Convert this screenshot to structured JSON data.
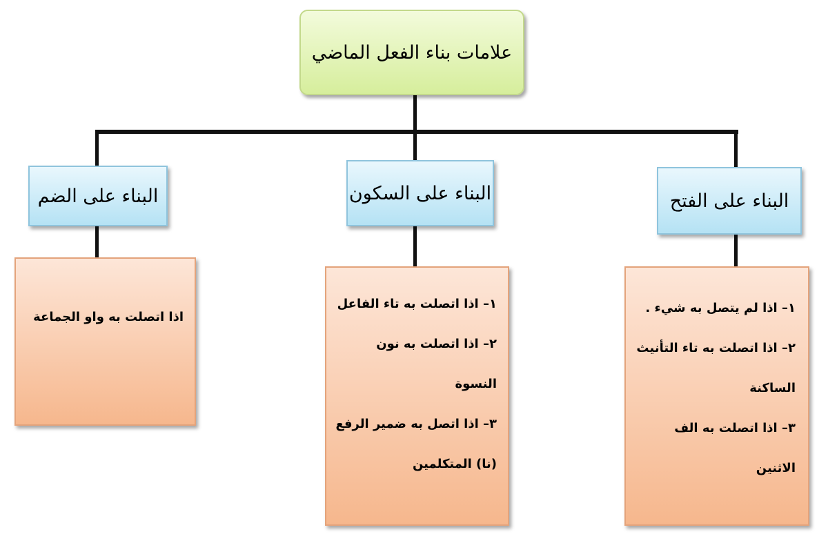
{
  "root": {
    "title": "علامات بناء الفعل الماضي"
  },
  "categories": [
    {
      "label": "البناء على الفتح",
      "items": [
        "١– اذا لم يتصل به شيء .",
        "٢– اذا اتصلت به تاء التأنيث الساكنة",
        "٣– اذا اتصلت به الف الاثنين"
      ]
    },
    {
      "label": "البناء على السكون",
      "items": [
        "١– اذا اتصلت به تاء الفاعل",
        "٢– اذا اتصلت به نون النسوة",
        "٣– اذا اتصل به ضمير الرفع (نا) المتكلمين"
      ]
    },
    {
      "label": "البناء على الضم",
      "items": [
        "اذا اتصلت به واو الجماعة"
      ]
    }
  ],
  "colors": {
    "root_fill": "#d6ee9c",
    "category_fill": "#b5e2f4",
    "detail_fill": "#f6b78d",
    "connector": "#111111"
  }
}
